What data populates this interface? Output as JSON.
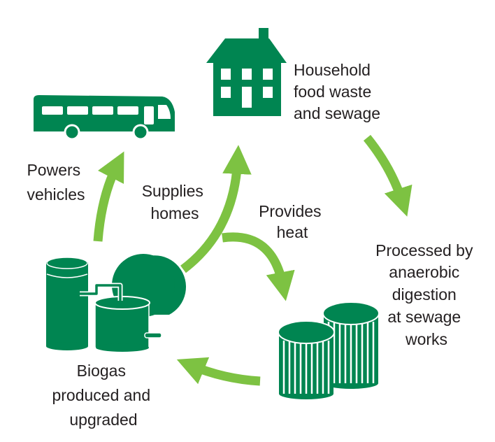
{
  "title": "Biogas cycle",
  "colors": {
    "dark_green": "#008551",
    "arrow_green": "#7dc242",
    "text": "#231f20"
  },
  "stages": {
    "household": {
      "icon": "house-icon",
      "lines": [
        "Household",
        "food waste",
        "and sewage"
      ]
    },
    "digestion": {
      "icon": "digester-tanks-icon",
      "lines": [
        "Processed by",
        "anaerobic",
        "digestion",
        "at sewage",
        "works"
      ]
    },
    "biogas": {
      "icon": "biogas-plant-icon",
      "lines": [
        "Biogas",
        "produced and",
        "upgraded"
      ]
    },
    "vehicles": {
      "icon": "bus-icon",
      "lines": [
        "Powers",
        "vehicles"
      ]
    }
  },
  "flows": {
    "homes": {
      "lines": [
        "Supplies",
        "homes"
      ]
    },
    "heat": {
      "lines": [
        "Provides",
        "heat"
      ]
    }
  }
}
